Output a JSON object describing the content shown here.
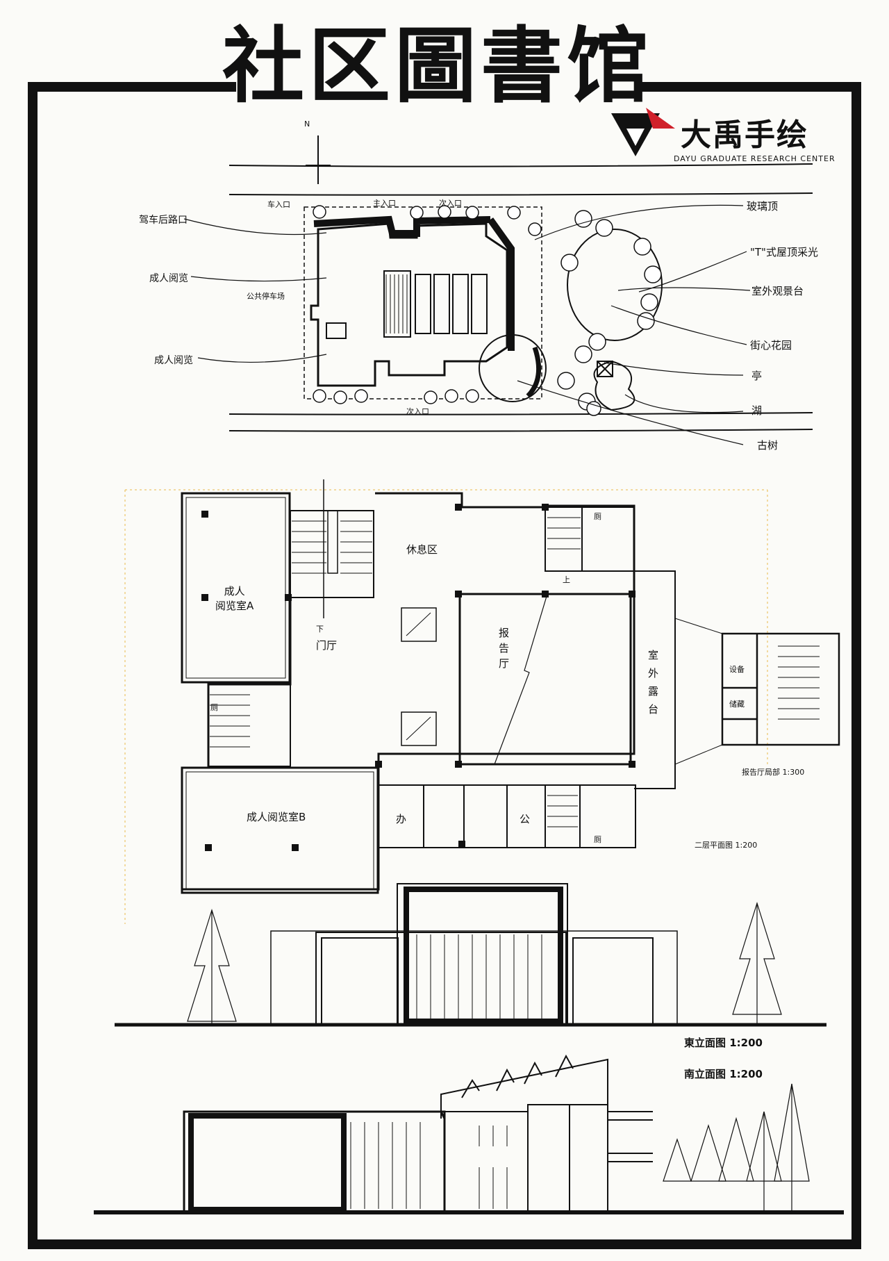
{
  "title": "社区圖書馆",
  "brand": {
    "name_cn": "大禹手绘",
    "name_en": "DAYU GRADUATE RESEARCH CENTER"
  },
  "site_plan": {
    "north": "N",
    "entrances": {
      "car": "车入口",
      "main_top": "主入口",
      "secondary_top": "次入口",
      "secondary_bottom": "次入口"
    },
    "left_labels": {
      "parking_exit": "驾车后路口",
      "adult_reading_1": "成人阅览",
      "public_parking": "公共停车场",
      "adult_reading_2": "成人阅览"
    },
    "right_labels": {
      "glass_roof": "玻璃顶",
      "skylight": "\"T\"式屋顶采光",
      "terrace": "室外观景台",
      "garden": "街心花园",
      "pavilion": "亭",
      "lake": "湖",
      "old_tree": "古树"
    }
  },
  "floor_plan": {
    "rooms": {
      "reading_a": "成人\n阅览室A",
      "lounge": "休息区",
      "lobby": "门厅",
      "lecture": "报\n告\n厅",
      "terrace": "室\n外\n露\n台",
      "reading_b": "成人阅览室B",
      "office_1": "办",
      "office_2": "公",
      "wc": "厕",
      "down": "下",
      "up": "上"
    },
    "title": "二层平面图 1:200",
    "detail": {
      "equipment": "设备",
      "storage": "储藏",
      "title": "报告厅局部 1:300"
    }
  },
  "elevations": {
    "east": "東立面图 1:200",
    "south": "南立面图 1:200"
  }
}
